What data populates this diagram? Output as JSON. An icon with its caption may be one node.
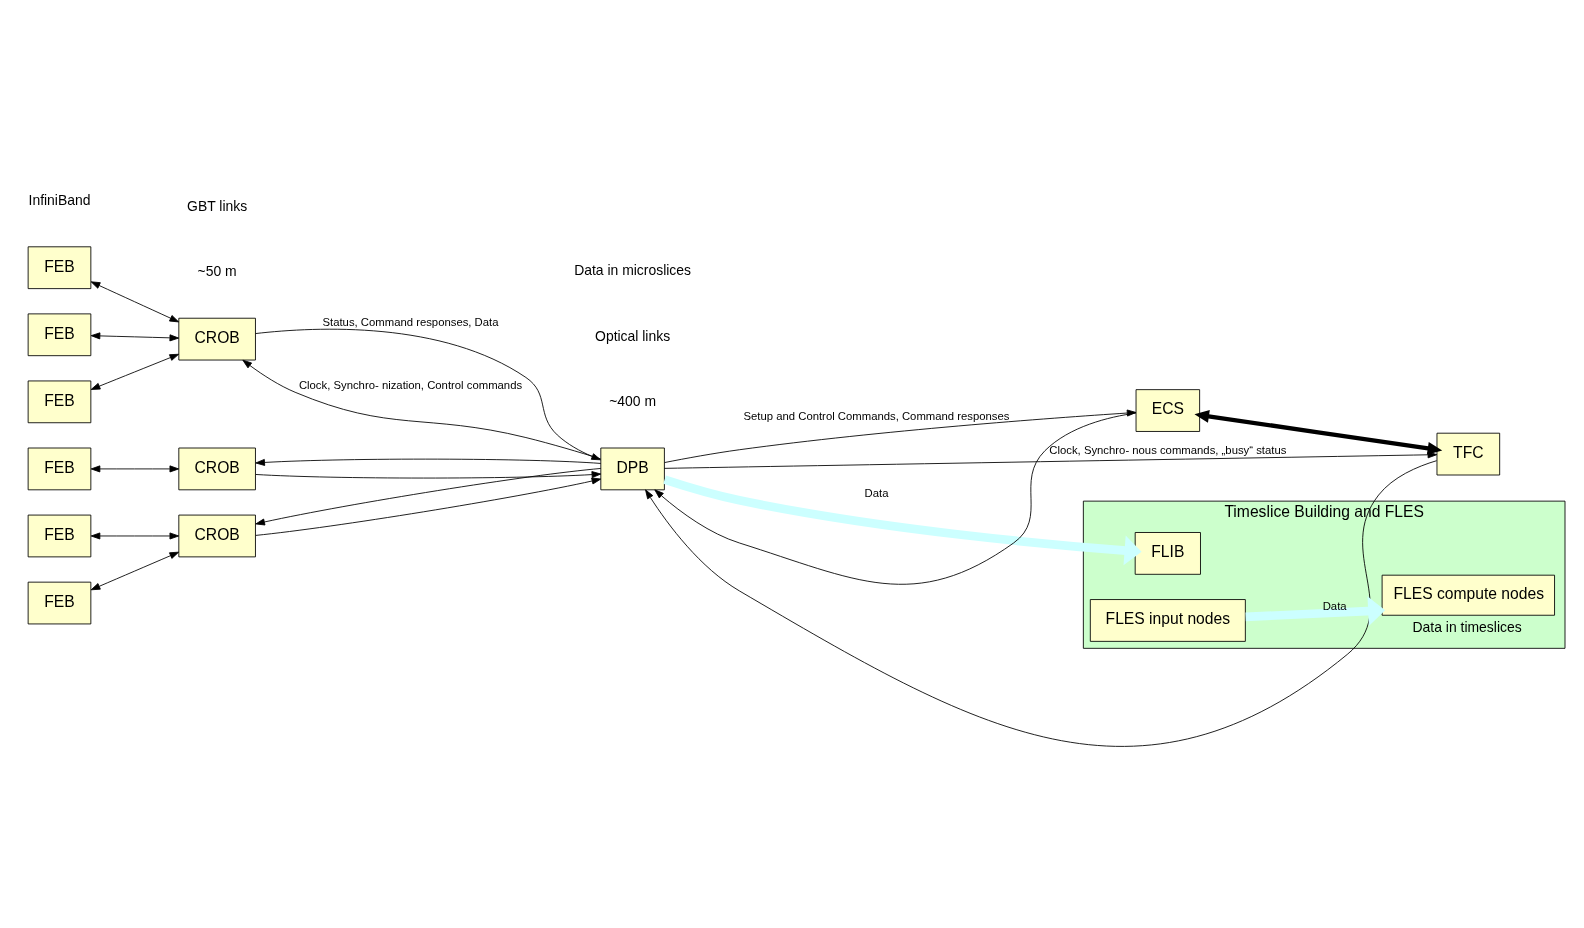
{
  "diagram": {
    "nodes": [
      {
        "text": [
          "FEB"
        ]
      },
      {
        "text": [
          "FEB"
        ]
      },
      {
        "text": [
          "FEB"
        ]
      },
      {
        "text": [
          "CROB"
        ]
      },
      {
        "text": [
          "FEB"
        ]
      },
      {
        "text": [
          "CROB"
        ]
      },
      {
        "text": [
          "FEB"
        ]
      },
      {
        "text": [
          "FEB"
        ]
      },
      {
        "text": [
          "CROB"
        ]
      },
      {
        "text": [
          "DPB"
        ]
      },
      {
        "text": [
          "ECS"
        ]
      },
      {
        "text": [
          "TFC"
        ]
      },
      {
        "text": [
          "Timeslice Building and FLES"
        ]
      },
      {
        "text": [
          "FLIB"
        ],
        "in": 12
      },
      {
        "text": [
          "FLES input nodes"
        ],
        "in": 12
      },
      {
        "text": [
          "FLES compute nodes"
        ],
        "in": 12,
        "beside": [
          "Data in timeslices"
        ]
      }
    ],
    "edges": [
      {
        "from": 0,
        "to": 3,
        "arrow": "both"
      },
      {
        "from": 1,
        "to": 3,
        "arrow": "both"
      },
      {
        "from": 2,
        "to": 3,
        "arrow": "both"
      },
      {
        "from": 4,
        "to": 5,
        "arrow": "both"
      },
      {
        "from": 6,
        "to": 8,
        "arrow": "both"
      },
      {
        "from": 7,
        "to": 8,
        "arrow": "both"
      },
      {
        "from": 9,
        "to": 3,
        "arrow": "to",
        "label": "Clock, Synchro- nization, Control commands"
      },
      {
        "from": 3,
        "to": 9,
        "arrow": "to",
        "label": "Status, Command responses, Data"
      },
      {
        "from": 9,
        "to": 5,
        "arrow": "to"
      },
      {
        "from": 5,
        "to": 9,
        "arrow": "to"
      },
      {
        "from": 9,
        "to": 8,
        "arrow": "to"
      },
      {
        "from": 8,
        "to": 9,
        "arrow": "to"
      },
      {
        "from": 9,
        "to": 13,
        "arrow": "to",
        "label": "Data",
        "style": "thick",
        "color": "#ccffff"
      },
      {
        "from": 14,
        "to": 15,
        "arrow": "to",
        "label": "Data",
        "style": "thick",
        "color": "#ccffff"
      },
      {
        "from": 9,
        "to": 10,
        "arrow": "to",
        "label": "Setup and Control Commands, Command responses"
      },
      {
        "from": 10,
        "to": 9,
        "arrow": "to"
      },
      {
        "from": 11,
        "to": 9,
        "arrow": "to"
      },
      {
        "from": 9,
        "to": 11,
        "arrow": "to",
        "label": "Clock, Synchro- nous commands, „busy“ status"
      },
      {
        "from": 10,
        "to": 11,
        "arrow": "both",
        "style": "thick"
      }
    ],
    "labels": [
      "~50 m",
      "~400 m",
      "Optical links",
      "GBT links",
      "Data in microslices",
      "InfiniBand"
    ]
  }
}
